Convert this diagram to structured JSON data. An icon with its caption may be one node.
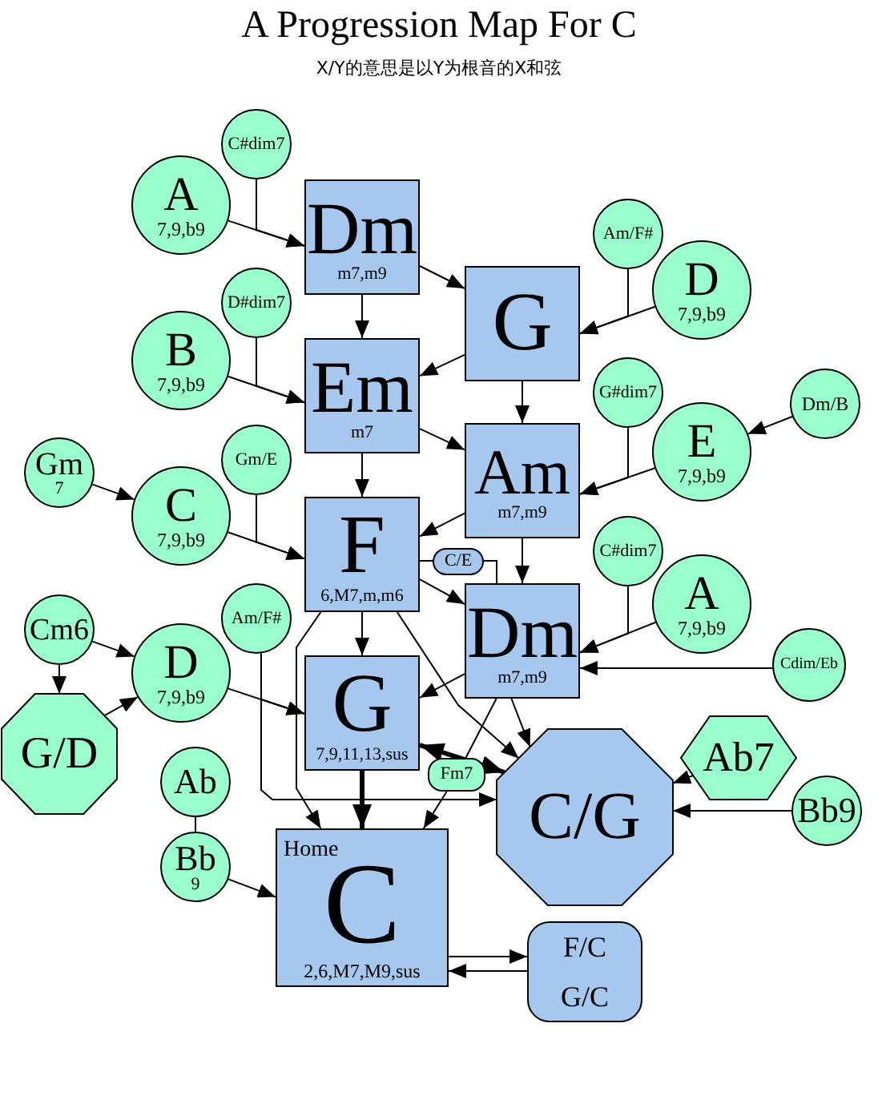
{
  "diagram": {
    "title": "A Progression Map For C",
    "nodes": [
      {
        "text": [
          "A",
          "7,9,b9"
        ]
      },
      {
        "text": [
          "C#dim7"
        ]
      },
      {
        "text": [
          "Dm",
          "m7,m9"
        ]
      },
      {
        "text": [
          "Am/F#"
        ]
      },
      {
        "text": [
          "G"
        ]
      },
      {
        "text": [
          "D",
          "7,9,b9"
        ]
      },
      {
        "text": [
          "B",
          "7,9,b9"
        ]
      },
      {
        "text": [
          "D#dim7"
        ]
      },
      {
        "text": [
          "Em",
          "m7"
        ]
      },
      {
        "text": [
          "G#dim7"
        ]
      },
      {
        "text": [
          "Dm/B"
        ]
      },
      {
        "text": [
          "E",
          "7,9,b9"
        ]
      },
      {
        "text": [
          "Gm",
          "7"
        ]
      },
      {
        "text": [
          "Gm/E"
        ]
      },
      {
        "text": [
          "C",
          "7,9,b9"
        ]
      },
      {
        "text": [
          "Am",
          "m7,m9"
        ]
      },
      {
        "text": [
          "F",
          "6,M7,m,m6"
        ]
      },
      {
        "text": [
          "C/E"
        ]
      },
      {
        "text": [
          "C#dim7"
        ]
      },
      {
        "text": [
          "A",
          "7,9,b9"
        ]
      },
      {
        "text": [
          "Dm",
          "m7,m9"
        ]
      },
      {
        "text": [
          "Cm6"
        ]
      },
      {
        "text": [
          "Am/F#"
        ]
      },
      {
        "text": [
          "D",
          "7,9,b9"
        ]
      },
      {
        "text": [
          "Cdim/Eb"
        ]
      },
      {
        "text": [
          "G/D"
        ]
      },
      {
        "text": [
          "G",
          "7,9,11,13,sus"
        ]
      },
      {
        "text": [
          "Ab7"
        ]
      },
      {
        "text": [
          "Ab"
        ]
      },
      {
        "text": [
          "Fm7"
        ]
      },
      {
        "text": [
          "C/G"
        ]
      },
      {
        "text": [
          "Bb9"
        ]
      },
      {
        "text": [
          "Bb",
          "9"
        ]
      },
      {
        "text": [
          "Home",
          "C",
          "2,6,M7,M9,sus"
        ]
      },
      {
        "text": [
          "F/C",
          "G/C"
        ]
      }
    ],
    "edges": [
      {
        "from": 0,
        "to": 2,
        "arrow": "to"
      },
      {
        "from": 1,
        "to": 2,
        "arrow": "to"
      },
      {
        "from": 2,
        "to": 4,
        "arrow": "to"
      },
      {
        "from": 2,
        "to": 8,
        "arrow": "to"
      },
      {
        "from": 3,
        "to": 4,
        "arrow": "to"
      },
      {
        "from": 5,
        "to": 4,
        "arrow": "to"
      },
      {
        "from": 4,
        "to": 8,
        "arrow": "to"
      },
      {
        "from": 4,
        "to": 15,
        "arrow": "to"
      },
      {
        "from": 6,
        "to": 8,
        "arrow": "to"
      },
      {
        "from": 7,
        "to": 8,
        "arrow": "to"
      },
      {
        "from": 8,
        "to": 16,
        "arrow": "to"
      },
      {
        "from": 8,
        "to": 15,
        "arrow": "to"
      },
      {
        "from": 9,
        "to": 15,
        "arrow": "to"
      },
      {
        "from": 11,
        "to": 15,
        "arrow": "to"
      },
      {
        "from": 10,
        "to": 11,
        "arrow": "to"
      },
      {
        "from": 12,
        "to": 14,
        "arrow": "to"
      },
      {
        "from": 13,
        "to": 16,
        "arrow": "to"
      },
      {
        "from": 14,
        "to": 16,
        "arrow": "to"
      },
      {
        "from": 15,
        "to": 16,
        "arrow": "to"
      },
      {
        "from": 15,
        "to": 20,
        "arrow": "to"
      },
      {
        "from": 16,
        "to": 17,
        "arrow": "none"
      },
      {
        "from": 17,
        "to": 20,
        "arrow": "none"
      },
      {
        "from": 16,
        "to": 20,
        "arrow": "to"
      },
      {
        "from": 16,
        "to": 26,
        "arrow": "to"
      },
      {
        "from": 16,
        "to": 30,
        "arrow": "to"
      },
      {
        "from": 16,
        "to": 33,
        "arrow": "to"
      },
      {
        "from": 22,
        "to": 26,
        "arrow": "to"
      },
      {
        "from": 23,
        "to": 26,
        "arrow": "to"
      },
      {
        "from": 22,
        "to": 30,
        "arrow": "to"
      },
      {
        "from": 21,
        "to": 23,
        "arrow": "to"
      },
      {
        "from": 21,
        "to": 25,
        "arrow": "to"
      },
      {
        "from": 25,
        "to": 23,
        "arrow": "to"
      },
      {
        "from": 18,
        "to": 20,
        "arrow": "to"
      },
      {
        "from": 19,
        "to": 20,
        "arrow": "to"
      },
      {
        "from": 24,
        "to": 20,
        "arrow": "to"
      },
      {
        "from": 20,
        "to": 26,
        "arrow": "to"
      },
      {
        "from": 20,
        "to": 30,
        "arrow": "to"
      },
      {
        "from": 20,
        "to": 29,
        "arrow": "none"
      },
      {
        "from": 29,
        "to": 33,
        "arrow": "to"
      },
      {
        "from": 26,
        "to": 30,
        "arrow": "both",
        "style": "thick"
      },
      {
        "from": 26,
        "to": 33,
        "arrow": "to",
        "style": "thick"
      },
      {
        "from": 27,
        "to": 30,
        "arrow": "to"
      },
      {
        "from": 31,
        "to": 30,
        "arrow": "to"
      },
      {
        "from": 28,
        "to": 32,
        "arrow": "none"
      },
      {
        "from": 32,
        "to": 33,
        "arrow": "to"
      },
      {
        "from": 33,
        "to": 34,
        "arrow": "to"
      },
      {
        "from": 34,
        "to": 33,
        "arrow": "to"
      }
    ],
    "labels": [
      "X/Y的意思是以Y为根音的X和弦"
    ]
  }
}
